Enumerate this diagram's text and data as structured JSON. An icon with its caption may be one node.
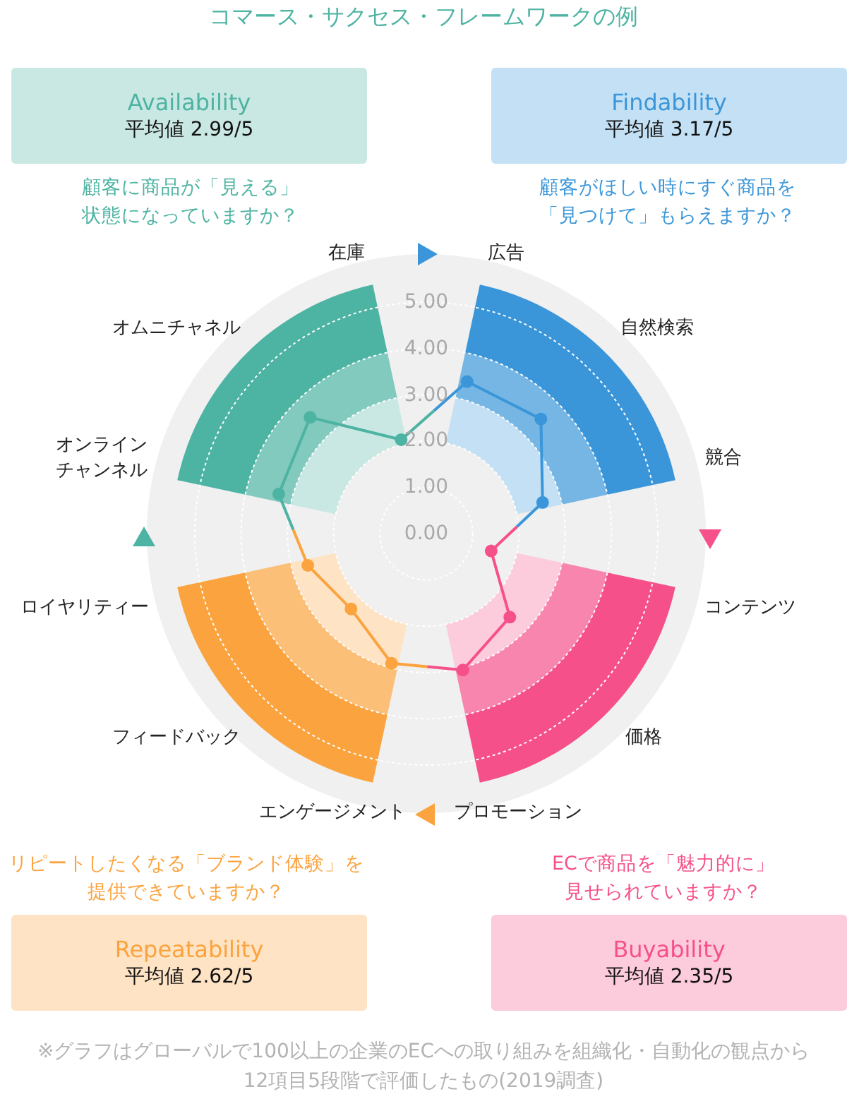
{
  "diagram": {
    "title": "コマース・サクセス・フレームワークの例",
    "caption": "※グラフはグローバルで100以上の企業のECへの取り組みを組織化・自動化の観点から12項目5段階で評価したもの(2019調査)",
    "nodes": [
      {
        "text": [
          "Availability",
          "平均値 2.99/5"
        ],
        "beside": [
          "顧客に商品が「見える」状態になっていますか？"
        ]
      },
      {
        "text": [
          "Findability",
          "平均値 3.17/5"
        ],
        "beside": [
          "顧客がほしい時にすぐ商品を「見つけて」もらえますか？"
        ]
      },
      {
        "text": [
          "Repeatability",
          "平均値 2.62/5"
        ],
        "beside": [
          "リピートしたくなる「ブランド体験」を提供できていますか？"
        ]
      },
      {
        "text": [
          "Buyability",
          "平均値 2.35/5"
        ],
        "beside": [
          "ECで商品を「魅力的に」見せられていますか？"
        ]
      }
    ],
    "labels": [
      "在庫",
      "広告",
      "5.00",
      "4.00",
      "オムニチャネル",
      "自然検索",
      "3.00",
      "2.00",
      "オンラインチャンネル",
      "競合",
      "1.00",
      "0.00",
      "ロイヤリティー",
      "コンテンツ",
      "フィードバック",
      "価格",
      "エンゲージメント",
      "プロモーション"
    ]
  }
}
